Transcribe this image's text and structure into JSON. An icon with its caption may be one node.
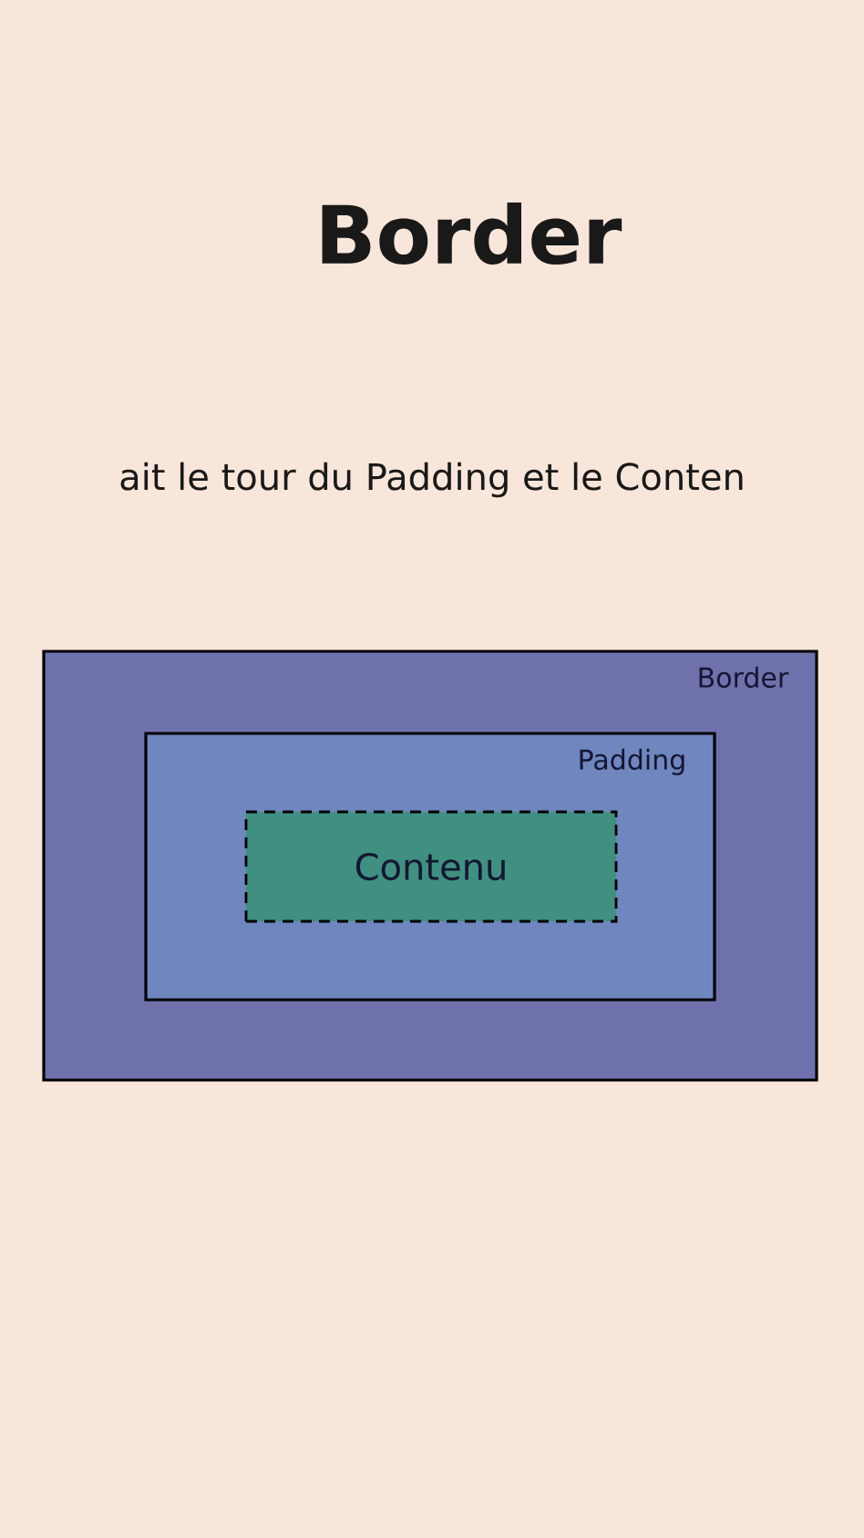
{
  "diagram": {
    "title": "Border",
    "nodes": [
      {
        "text": [
          "Border"
        ]
      },
      {
        "text": [
          "Padding"
        ],
        "in": 0
      },
      {
        "text": [
          "Contenu"
        ],
        "in": 1
      }
    ],
    "labels": [
      "ait le tour du Padding et le Conten"
    ]
  }
}
